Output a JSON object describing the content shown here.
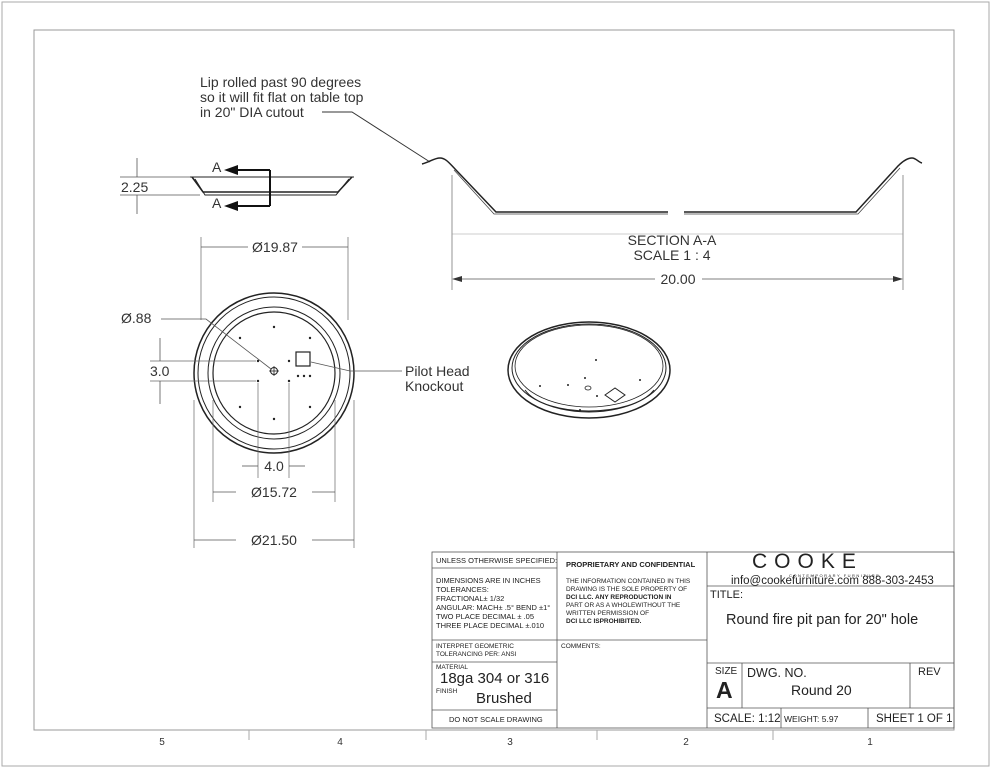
{
  "drawing": {
    "annotation": [
      "Lip rolled past 90 degrees",
      "so it will fit flat on table top",
      "in 20\" DIA cutout"
    ],
    "section_marker": "A",
    "dim_height": "2.25",
    "dim_outer_lip": "Ø19.87",
    "dim_knockout_hole": "Ø.88",
    "dim_offset_y": "3.0",
    "dim_offset_x": "4.0",
    "dim_bottom": "Ø15.72",
    "dim_overall": "Ø21.50",
    "pilot_label": [
      "Pilot Head",
      "Knockout"
    ],
    "section_title": "SECTION A-A",
    "section_scale": "SCALE 1 : 4",
    "dim_section_width": "20.00",
    "zones": [
      "5",
      "4",
      "3",
      "2",
      "1"
    ]
  },
  "title_block": {
    "unless_specified": "UNLESS OTHERWISE SPECIFIED:",
    "dimensions": [
      "DIMENSIONS ARE IN INCHES",
      "TOLERANCES:",
      "FRACTIONAL± 1/32",
      "ANGULAR: MACH± .5° BEND ±1°",
      "TWO PLACE DECIMAL    ± .05",
      "THREE PLACE DECIMAL  ±.010"
    ],
    "interpret": [
      "INTERPRET GEOMETRIC",
      "TOLERANCING PER: ANSI"
    ],
    "material_label": "MATERIAL",
    "material_value": "18ga 304 or 316",
    "finish_label": "FINISH",
    "finish_value": "Brushed",
    "do_not_scale": "DO NOT SCALE DRAWING",
    "proprietary_title": "PROPRIETARY AND CONFIDENTIAL",
    "proprietary_text": [
      "THE INFORMATION CONTAINED IN THIS",
      "DRAWING IS THE SOLE PROPERTY OF",
      "DCI LLC.  ANY REPRODUCTION IN",
      "PART OR AS A WHOLEWITHOUT THE",
      "WRITTEN PERMISSION OF",
      "DCI LLC ISPROHIBITED."
    ],
    "comments_label": "COMMENTS:",
    "company": "COOKE",
    "company_tagline": "CONTEMPORARY FURNITURE",
    "contact": "info@cookefurniture.com 888-303-2453",
    "title_label": "TITLE:",
    "title_value": "Round fire pit pan for 20\" hole",
    "size_label": "SIZE",
    "size_value": "A",
    "dwg_label": "DWG.  NO.",
    "dwg_value": "Round 20",
    "rev_label": "REV",
    "scale": "SCALE: 1:12",
    "weight": "WEIGHT: 5.97",
    "sheet": "SHEET 1 OF 1"
  }
}
